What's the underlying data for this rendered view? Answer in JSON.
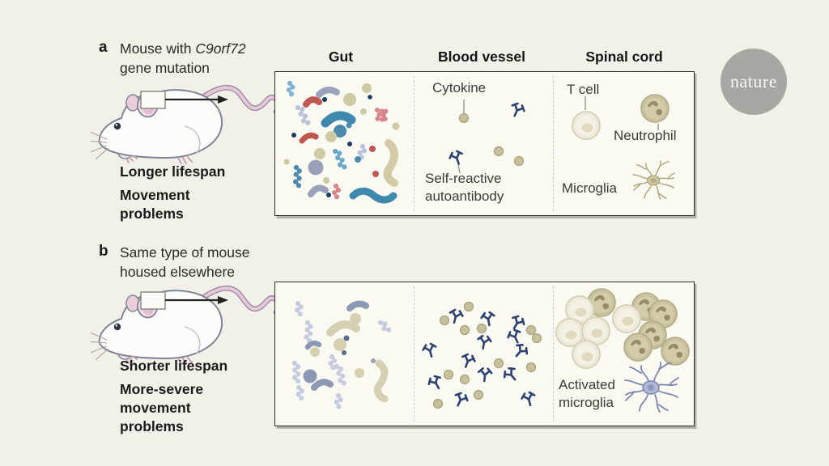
{
  "logo": {
    "text": "nature",
    "circle_color": "#a8a7a2"
  },
  "columns": {
    "gut": "Gut",
    "blood_vessel": "Blood vessel",
    "spinal_cord": "Spinal cord"
  },
  "panel_a": {
    "label": "a",
    "title_prefix": "Mouse with ",
    "title_gene": "C9orf72",
    "title_line2": "gene mutation",
    "outcome1": "Longer lifespan",
    "outcome2": "Movement problems",
    "labels": {
      "cytokine": "Cytokine",
      "autoantibody": "Self-reactive autoantibody",
      "t_cell": "T cell",
      "neutrophil": "Neutrophil",
      "microglia": "Microglia"
    }
  },
  "panel_b": {
    "label": "b",
    "title_line1": "Same type of mouse",
    "title_line2": "housed elsewhere",
    "outcome1": "Shorter lifespan",
    "outcome2": "More-severe movement problems",
    "labels": {
      "activated_microglia": "Activated microglia"
    }
  },
  "palette": {
    "background": "#f2f1e9",
    "box_fill": "#faf9f2",
    "ink": "#1d1d1b",
    "annotation_text": "#3b3b37",
    "antibody_navy": "#2d4270",
    "cytokine_tan": "#c6c09c",
    "microbe_teal": "#3f88ae",
    "microbe_red": "#bf574e",
    "microbe_gray_blue": "#99a2b8",
    "microbe_tan": "#d2cba6",
    "microglia_activated_blue": "#aeb8d4",
    "mouse_pink": "#e8c8d8"
  }
}
